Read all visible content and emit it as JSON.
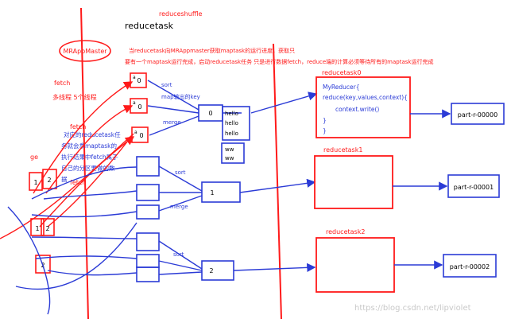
{
  "title": "reducetask",
  "phase_label": "reduceshuffle",
  "master_label": "MRAppMaster",
  "note_line1": "当reducetask向MRAppmaster获取maptask的运行进度，获取只",
  "note_line2": "要有一个maptask运行完成，启动reducetask任务 只是进行数据fetch，reduce端的计算必须等待所有的maptask运行完成",
  "fetch_label": "fetch",
  "threads_label": "多线程   5个线程",
  "fetch_note": [
    "对应的reducetask任",
    "务就会拿maptask的",
    "执行结果中fetch属于",
    "自己的分区要做的数",
    "据"
  ],
  "fetch_label2": "fetch",
  "fetch_label3": "fetch",
  "partial_ge": "ge",
  "sort_label": "sort",
  "merge_label": "merge",
  "map_output_label": "map输出的key",
  "partition_labels": [
    "0",
    "0",
    "0"
  ],
  "partition_prefixes": [
    "a",
    "a",
    "a"
  ],
  "left_partitions": [
    "1",
    "2",
    "1",
    "2",
    "2"
  ],
  "merged_values": [
    "hello",
    "hello",
    "hello",
    "ww",
    "ww"
  ],
  "reducer_ids": [
    "0",
    "1",
    "2"
  ],
  "reducetask_labels": [
    "reducetask0",
    "reducetask1",
    "reducetask2"
  ],
  "reducer_code": [
    "MyReducer{",
    "reduce(key,values,context){",
    "context.write()",
    "}",
    "}"
  ],
  "outputs": [
    "part-r-00000",
    "part-r-00001",
    "part-r-00002"
  ],
  "watermark": "https://blog.csdn.net/lipviolet",
  "colors": {
    "red": "#ff1a1a",
    "blue": "#2b3bd6",
    "black": "#000000"
  }
}
